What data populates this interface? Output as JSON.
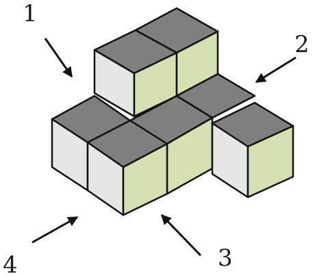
{
  "figure": {
    "labels": {
      "one": "1",
      "two": "2",
      "three": "3",
      "four": "4"
    },
    "colors": {
      "top": "#7f7f7f",
      "left_face": "#e6e6e6",
      "right_face": "#d5e0b2",
      "edge": "#111111",
      "arrow": "#111111"
    },
    "cubes": {
      "bottom_layer": 5,
      "top_layer": 2
    }
  }
}
